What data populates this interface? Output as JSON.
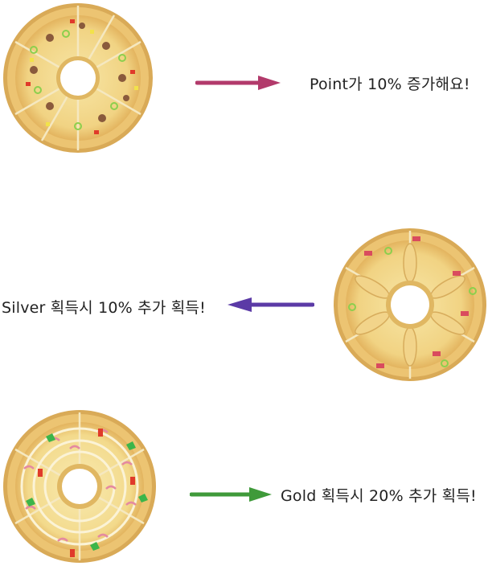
{
  "items": [
    {
      "name": "pizza-point",
      "caption": "Point가 10% 증가해요!",
      "arrow_direction": "right",
      "arrow_color": "#b23a6b",
      "topping_style": "veggie-sausage"
    },
    {
      "name": "pizza-silver",
      "caption": "Silver 획득시 10% 추가 획득!",
      "arrow_direction": "left",
      "arrow_color": "#5b3aa6",
      "topping_style": "banana-bacon"
    },
    {
      "name": "pizza-gold",
      "caption": "Gold 획득시 20% 추가 획득!",
      "arrow_direction": "right",
      "arrow_color": "#3f9a3a",
      "topping_style": "shrimp-pepper"
    }
  ],
  "colors": {
    "crust": "#e8be6a",
    "crust_edge": "#d5a552",
    "cheese": "#f3d98a",
    "cheese_inner": "#f6e39e",
    "hole": "#ffffff"
  }
}
